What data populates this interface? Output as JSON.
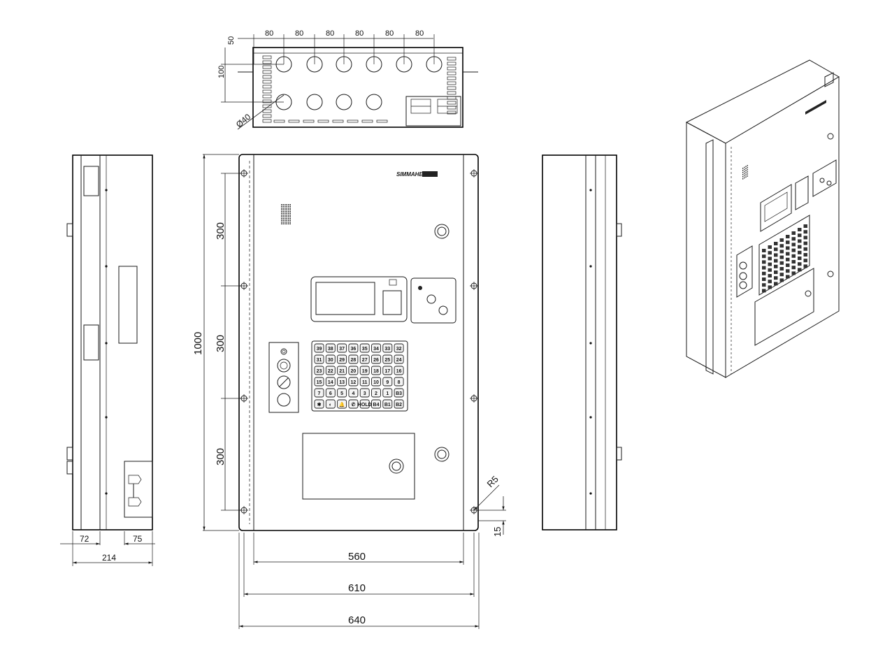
{
  "top_view": {
    "hole_spacing": [
      "80",
      "80",
      "80",
      "80",
      "80",
      "80"
    ],
    "offset_top": "50",
    "row_spacing": "100",
    "hole_diameter": "Ø40"
  },
  "front_view": {
    "logo_text": "SIMMAHE",
    "height": "1000",
    "pitch": [
      "300",
      "300",
      "300"
    ],
    "width_inner": "560",
    "width_mid": "610",
    "width_outer": "640",
    "corner_radius": "R5",
    "edge_offset": "15",
    "keypad_keys": [
      "39",
      "38",
      "37",
      "36",
      "35",
      "34",
      "33",
      "32",
      "31",
      "30",
      "29",
      "28",
      "27",
      "26",
      "25",
      "24",
      "23",
      "22",
      "21",
      "20",
      "19",
      "18",
      "17",
      "16",
      "15",
      "14",
      "13",
      "12",
      "11",
      "10",
      "9",
      "8",
      "7",
      "6",
      "5",
      "4",
      "3",
      "2",
      "1",
      "B3",
      "✱",
      "◐",
      "🔔",
      "✆",
      "HOLD",
      "B4",
      "B1",
      "B2"
    ]
  },
  "side_view": {
    "depth_total": "214",
    "depth_a": "72",
    "depth_b": "75"
  }
}
